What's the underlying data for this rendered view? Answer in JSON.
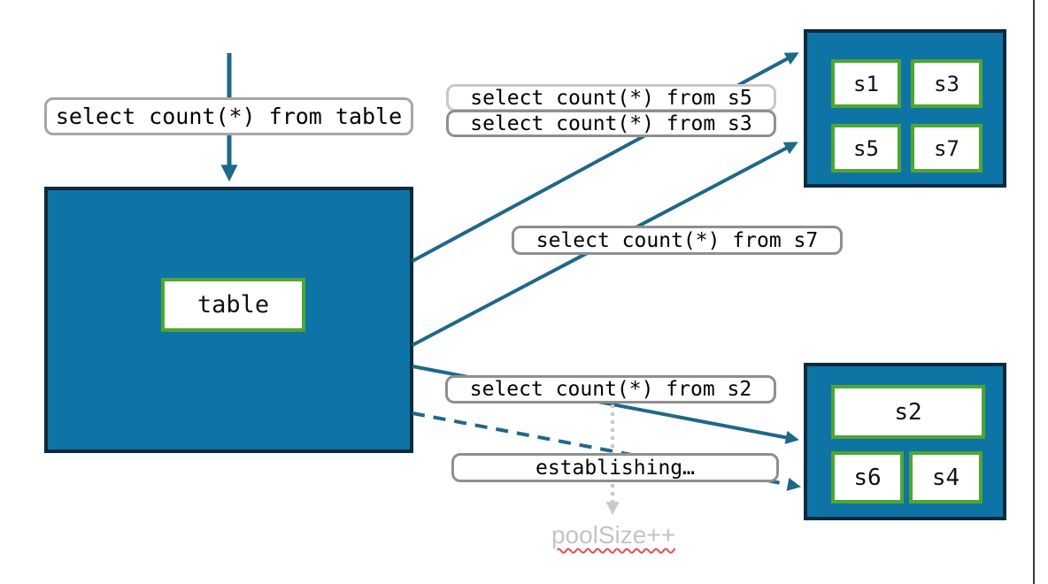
{
  "colors": {
    "accent_fill": "#0e74a6",
    "box_border": "#0c2a3d",
    "arrow": "#1e6889",
    "green_border": "#4ea72e",
    "pill_border": "#8f8f8f",
    "pill_border_medium": "#a6a6a6",
    "pill_border_light": "#c8c8c8",
    "dotted_arrow": "#c9c9c9",
    "muted_text": "#c3c3c3",
    "squiggle_red": "#e0504d",
    "slide_edge": "#3a3a3a"
  },
  "labels": {
    "query_table": "select count(*) from table",
    "query_s5": "select count(*) from s5",
    "query_s3": "select count(*) from s3",
    "query_s7": "select count(*) from s7",
    "query_s2": "select count(*) from s2",
    "establishing": "establishing…",
    "pool_size": "poolSize++"
  },
  "table_box": {
    "label": "table"
  },
  "pool_top": {
    "slots": [
      "s1",
      "s3",
      "s5",
      "s7"
    ]
  },
  "pool_bottom": {
    "slots": [
      "s2",
      "s6",
      "s4"
    ]
  }
}
